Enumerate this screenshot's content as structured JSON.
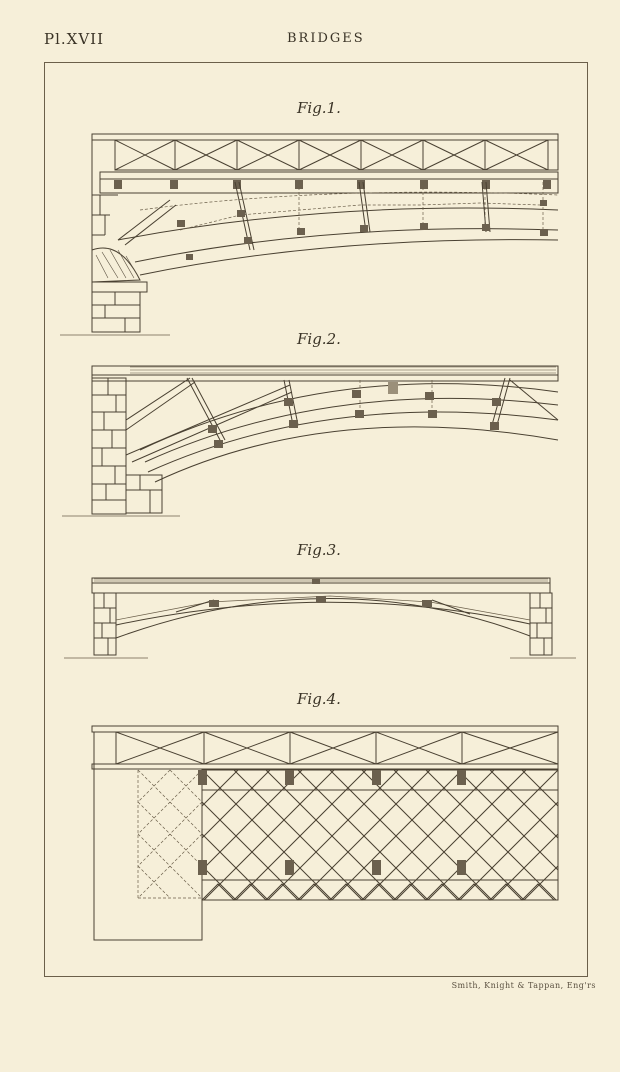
{
  "header": {
    "plate_number": "Pl.XVII",
    "plate_title": "BRIDGES"
  },
  "figures": [
    {
      "label": "Fig.1."
    },
    {
      "label": "Fig.2."
    },
    {
      "label": "Fig.3."
    },
    {
      "label": "Fig.4."
    }
  ],
  "footer": {
    "engraver_credit": "Smith, Knight & Tappan, Eng'rs"
  },
  "colors": {
    "paper": "#f6efd9",
    "ink": "#4a4132"
  }
}
